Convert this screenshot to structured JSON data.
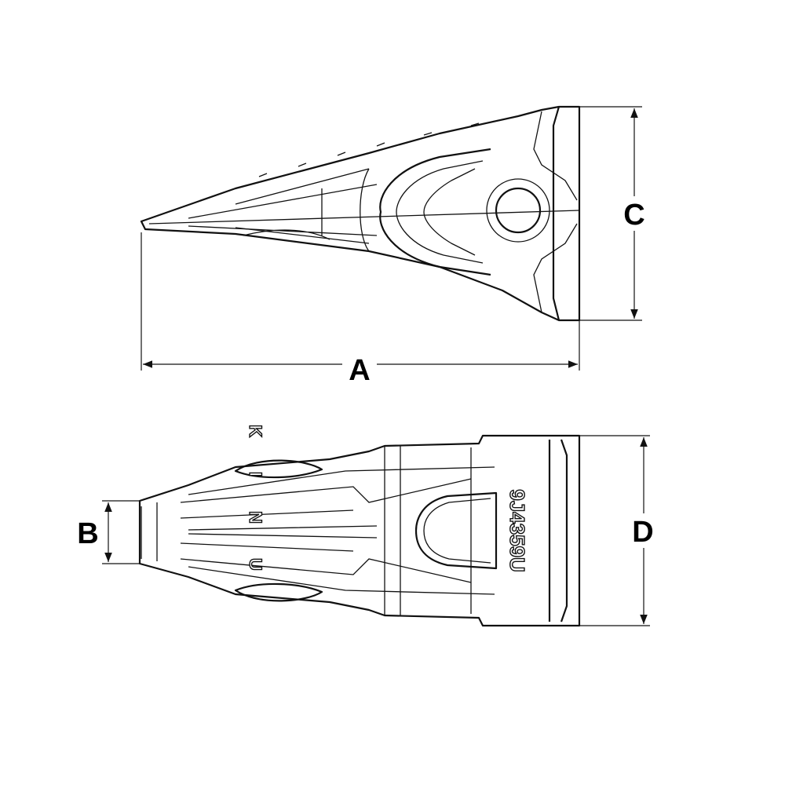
{
  "dimensions": {
    "a": "A",
    "b": "B",
    "c": "C",
    "d": "D"
  },
  "part_marking": {
    "brand": "KINU",
    "part_number": "9J4359U"
  },
  "colors": {
    "line": "#111111",
    "background": "#ffffff"
  }
}
